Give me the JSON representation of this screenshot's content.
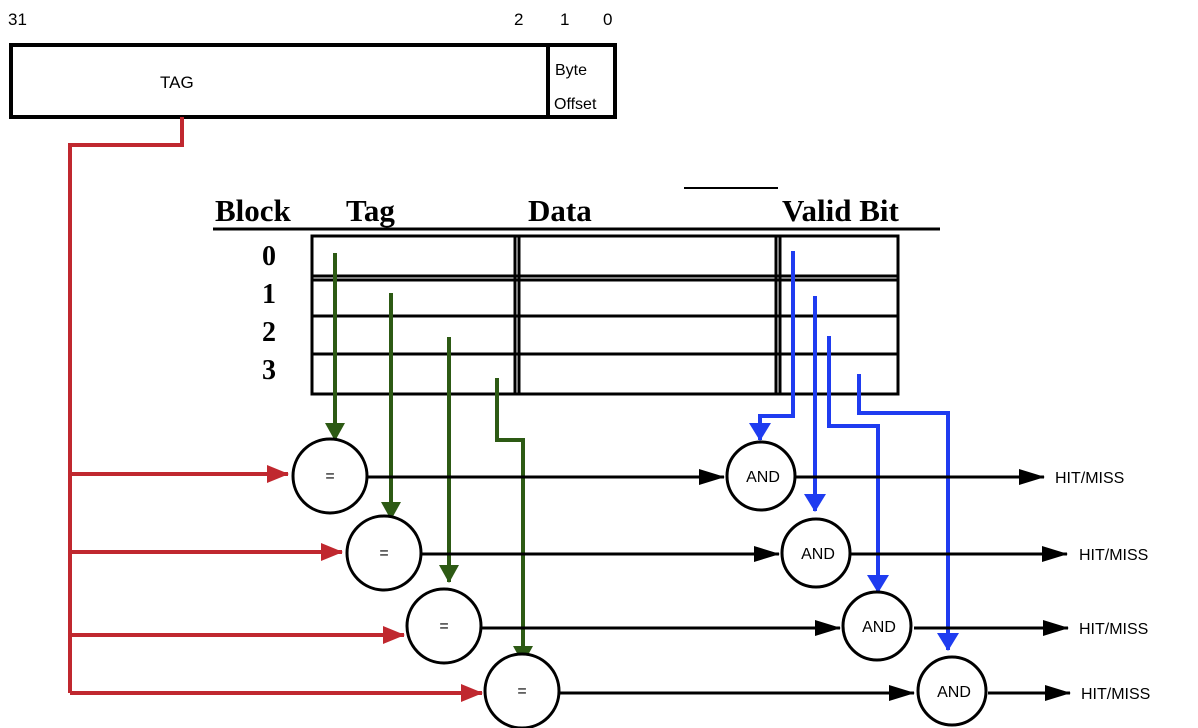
{
  "address": {
    "bit_labels": [
      "31",
      "2",
      "1",
      "0"
    ],
    "tag_field": "TAG",
    "offset_field_line1": "Byte",
    "offset_field_line2": "Offset"
  },
  "table": {
    "headers": [
      "Block",
      "Tag",
      "Data",
      "Valid Bit"
    ],
    "rows": [
      "0",
      "1",
      "2",
      "3"
    ]
  },
  "comparators": [
    "=",
    "=",
    "=",
    "="
  ],
  "and_gates": [
    "AND",
    "AND",
    "AND",
    "AND"
  ],
  "outputs": [
    "HIT/MISS",
    "HIT/MISS",
    "HIT/MISS",
    "HIT/MISS"
  ],
  "colors": {
    "tag_wire": "#c0282f",
    "tag_compare_wire": "#2d5a14",
    "valid_wire": "#1f3cf0",
    "line": "#000000"
  }
}
